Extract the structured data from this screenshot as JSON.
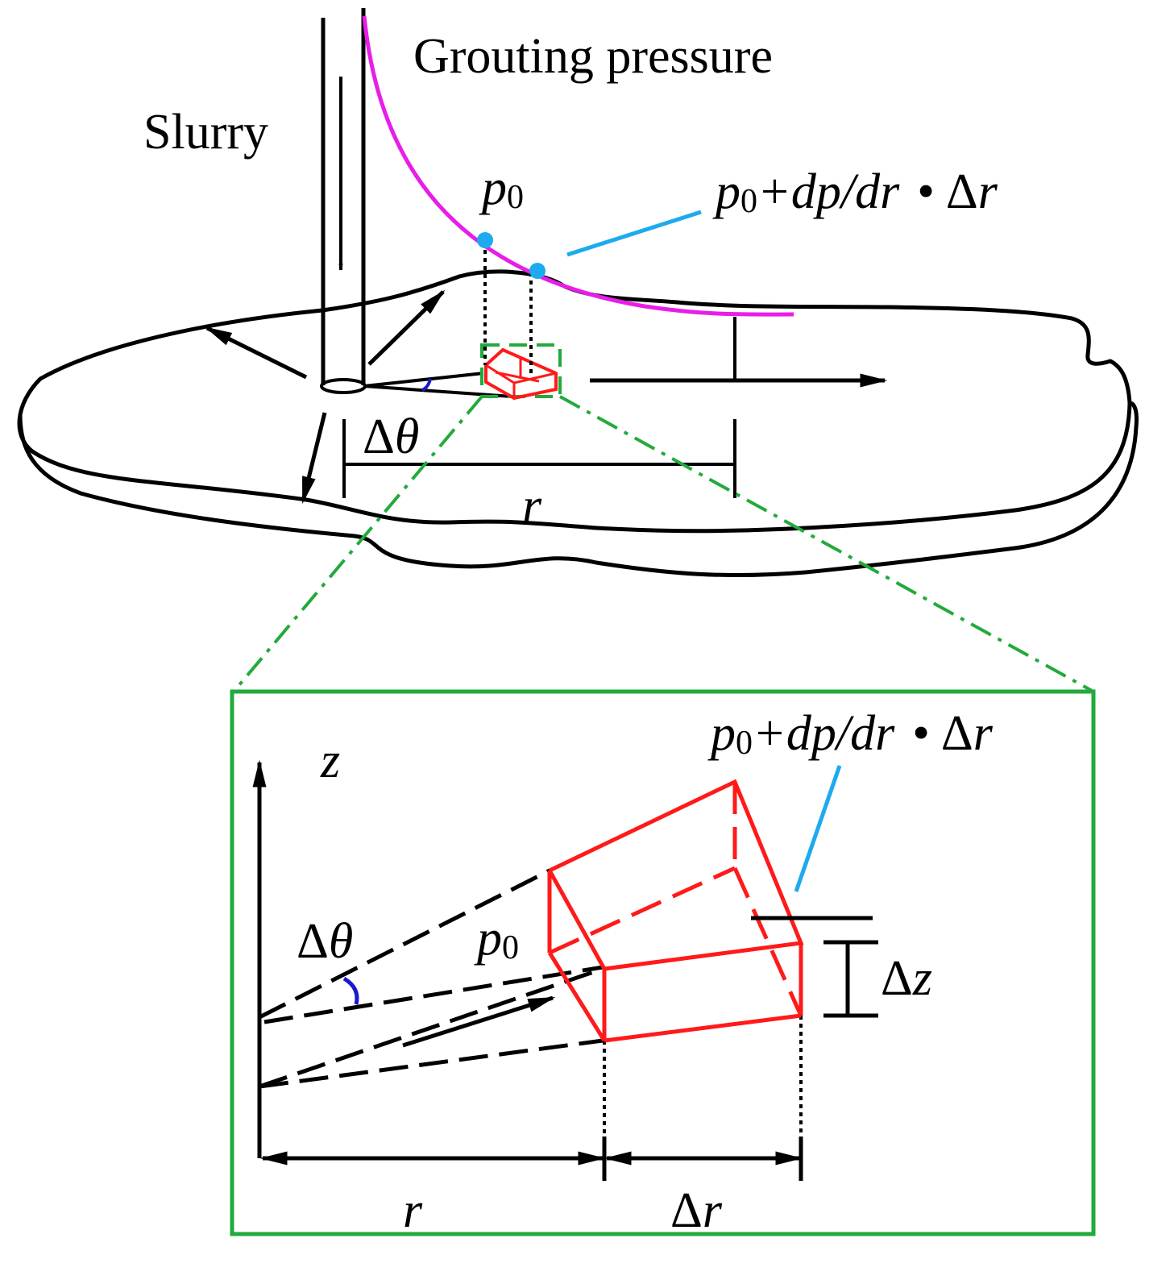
{
  "labels": {
    "grouting_pressure": "Grouting pressure",
    "slurry": "Slurry",
    "p_base": "p",
    "p_sub": "0",
    "plus_dp_dr": "+dp/dr",
    "bullet": "•",
    "delta": "Δ",
    "r": "r",
    "theta": "θ",
    "z": "z"
  },
  "colors": {
    "pressure_curve": "#e81ee8",
    "element": "#ff1a1a",
    "zoom_frame": "#22aa3c",
    "leader_and_points": "#1eaaee",
    "angle_arc": "#1a1acc",
    "lines": "#000000"
  }
}
